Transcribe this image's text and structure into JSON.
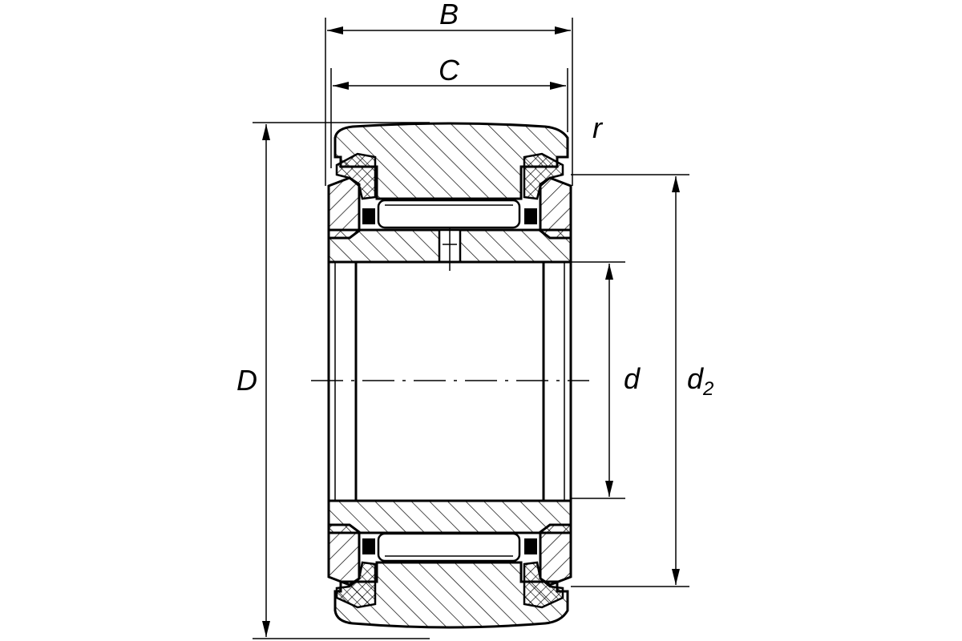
{
  "labels": {
    "B": "B",
    "C": "C",
    "r": "r",
    "D": "D",
    "d": "d",
    "d2_main": "d",
    "d2_sub": "2"
  }
}
